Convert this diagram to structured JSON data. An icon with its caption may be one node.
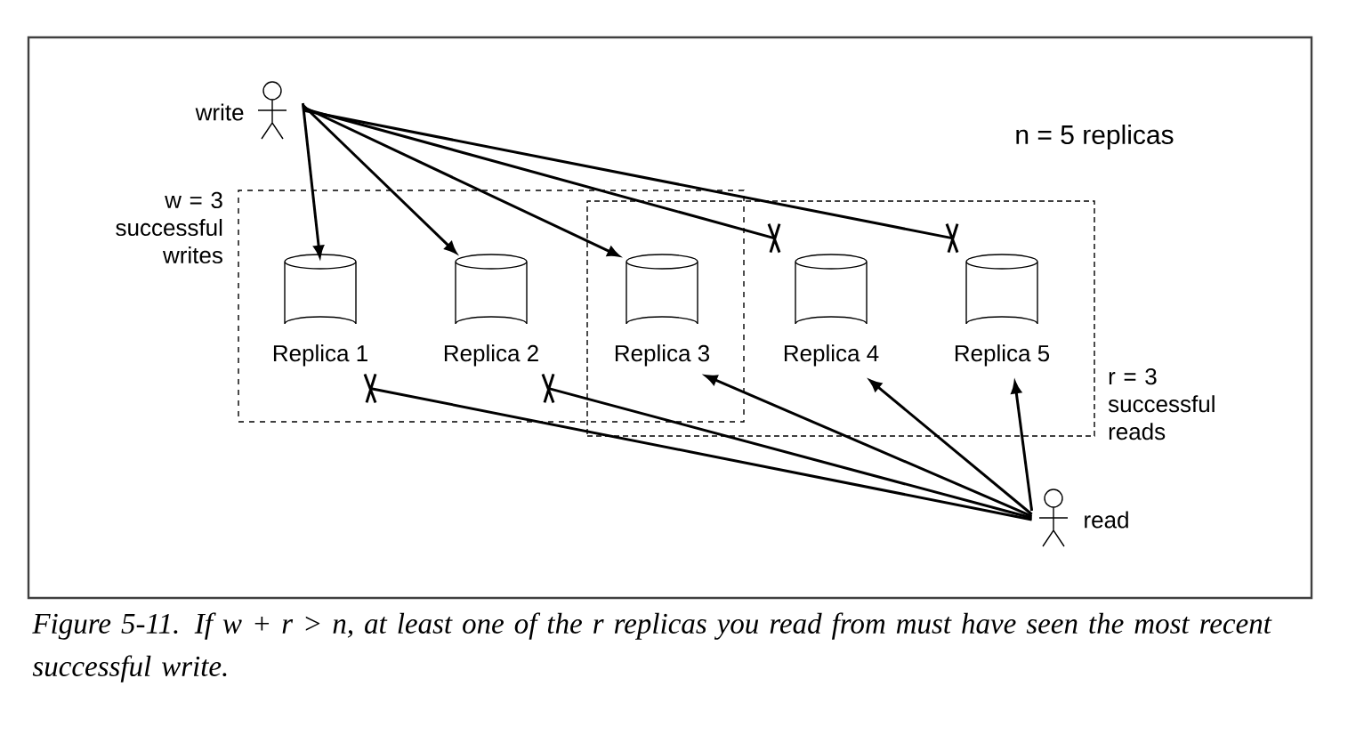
{
  "diagram": {
    "caption": "Figure 5-11. If w + r > n, at least one of the r replicas you read from must have seen the most recent successful write.",
    "nodes": [
      {
        "text": [],
        "shape": "person",
        "beside": [
          "write"
        ]
      },
      {
        "text": [
          "w = 3 successful writes"
        ]
      },
      {
        "text": [
          "Replica 1"
        ],
        "in": 1
      },
      {
        "text": [
          "Replica 2"
        ],
        "in": 1
      },
      {
        "text": [
          "Replica 3"
        ]
      },
      {
        "text": [
          "r = 3 successful reads"
        ]
      },
      {
        "text": [
          "Replica 4"
        ],
        "in": 5
      },
      {
        "text": [
          "Replica 5"
        ],
        "in": 5
      },
      {
        "text": [],
        "shape": "person",
        "beside": [
          "read"
        ]
      }
    ],
    "edges": [
      {
        "from": 0,
        "to": 2,
        "arrow": "to"
      },
      {
        "from": 0,
        "to": 3,
        "arrow": "to"
      },
      {
        "from": 0,
        "to": 4,
        "arrow": "to"
      },
      {
        "from": 0,
        "to": 6,
        "arrow": "none"
      },
      {
        "from": 0,
        "to": 7,
        "arrow": "none"
      },
      {
        "from": 8,
        "to": 2,
        "arrow": "none"
      },
      {
        "from": 8,
        "to": 3,
        "arrow": "none"
      },
      {
        "from": 8,
        "to": 4,
        "arrow": "to"
      },
      {
        "from": 8,
        "to": 6,
        "arrow": "to"
      },
      {
        "from": 8,
        "to": 7,
        "arrow": "to"
      }
    ],
    "labels": [
      "n = 5 replicas"
    ]
  }
}
